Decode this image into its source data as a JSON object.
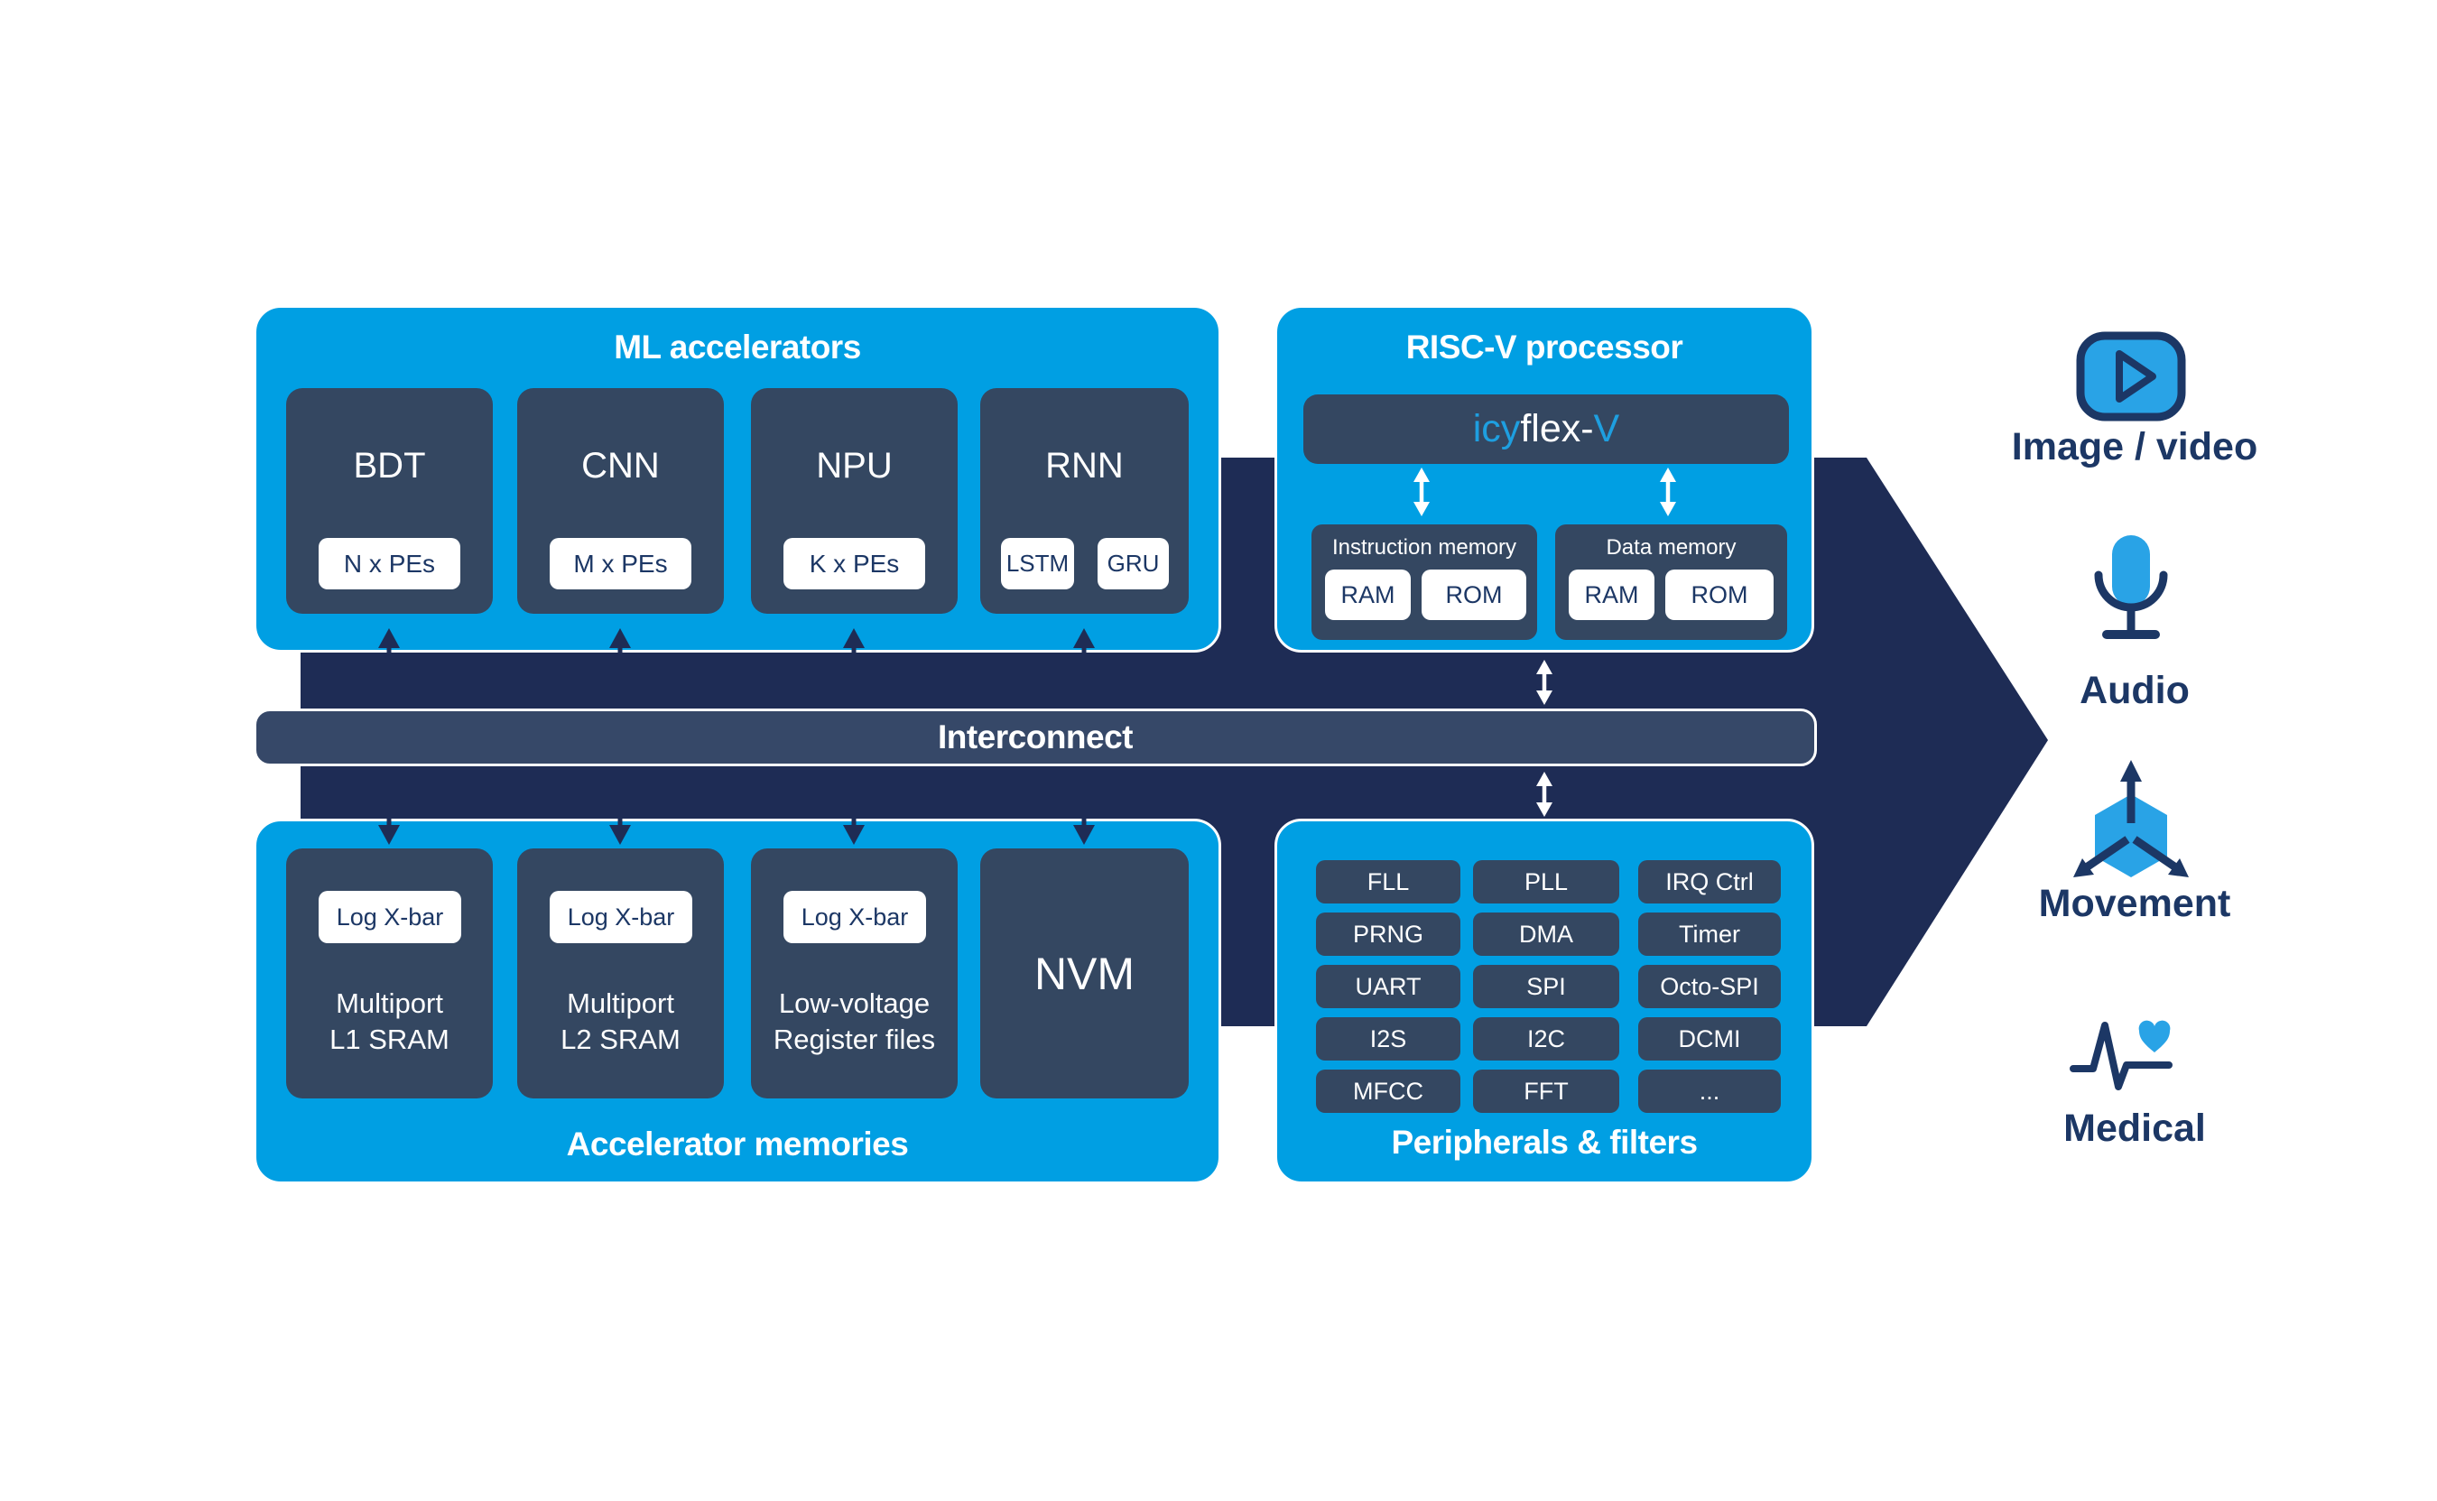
{
  "colors": {
    "accent_blue": "#009fe3",
    "panel_navy": "#344761",
    "arrow_navy": "#1e2c55",
    "interconnect_fill": "#364868",
    "label_navy": "#1c3765",
    "icon_blue": "#29a3e6",
    "white": "#ffffff"
  },
  "ml_accelerators": {
    "title": "ML accelerators",
    "blocks": [
      {
        "name": "BDT",
        "chips": [
          "N x PEs"
        ]
      },
      {
        "name": "CNN",
        "chips": [
          "M x PEs"
        ]
      },
      {
        "name": "NPU",
        "chips": [
          "K x PEs"
        ]
      },
      {
        "name": "RNN",
        "chips": [
          "LSTM",
          "GRU"
        ]
      }
    ]
  },
  "riscv": {
    "title": "RISC-V processor",
    "core_segments": {
      "pre": "icy",
      "mid": "flex-",
      "suf": "V"
    },
    "memories": [
      {
        "label": "Instruction memory",
        "chips": [
          "RAM",
          "ROM"
        ]
      },
      {
        "label": "Data memory",
        "chips": [
          "RAM",
          "ROM"
        ]
      }
    ]
  },
  "interconnect": {
    "label": "Interconnect"
  },
  "accelerator_memories": {
    "title": "Accelerator memories",
    "blocks": [
      {
        "chip": "Log X-bar",
        "line1": "Multiport",
        "line2": "L1 SRAM"
      },
      {
        "chip": "Log X-bar",
        "line1": "Multiport",
        "line2": "L2 SRAM"
      },
      {
        "chip": "Log X-bar",
        "line1": "Low-voltage",
        "line2": "Register files"
      },
      {
        "name": "NVM"
      }
    ]
  },
  "peripherals": {
    "title": "Peripherals & filters",
    "rows": [
      [
        "FLL",
        "PLL",
        "IRQ Ctrl"
      ],
      [
        "PRNG",
        "DMA",
        "Timer"
      ],
      [
        "UART",
        "SPI",
        "Octo-SPI"
      ],
      [
        "I2S",
        "I2C",
        "DCMI"
      ],
      [
        "MFCC",
        "FFT",
        "..."
      ]
    ]
  },
  "applications": [
    {
      "icon": "play-video-icon",
      "label": "Image / video"
    },
    {
      "icon": "microphone-icon",
      "label": "Audio"
    },
    {
      "icon": "motion-cube-icon",
      "label": "Movement"
    },
    {
      "icon": "heartbeat-heart-icon",
      "label": "Medical"
    }
  ]
}
